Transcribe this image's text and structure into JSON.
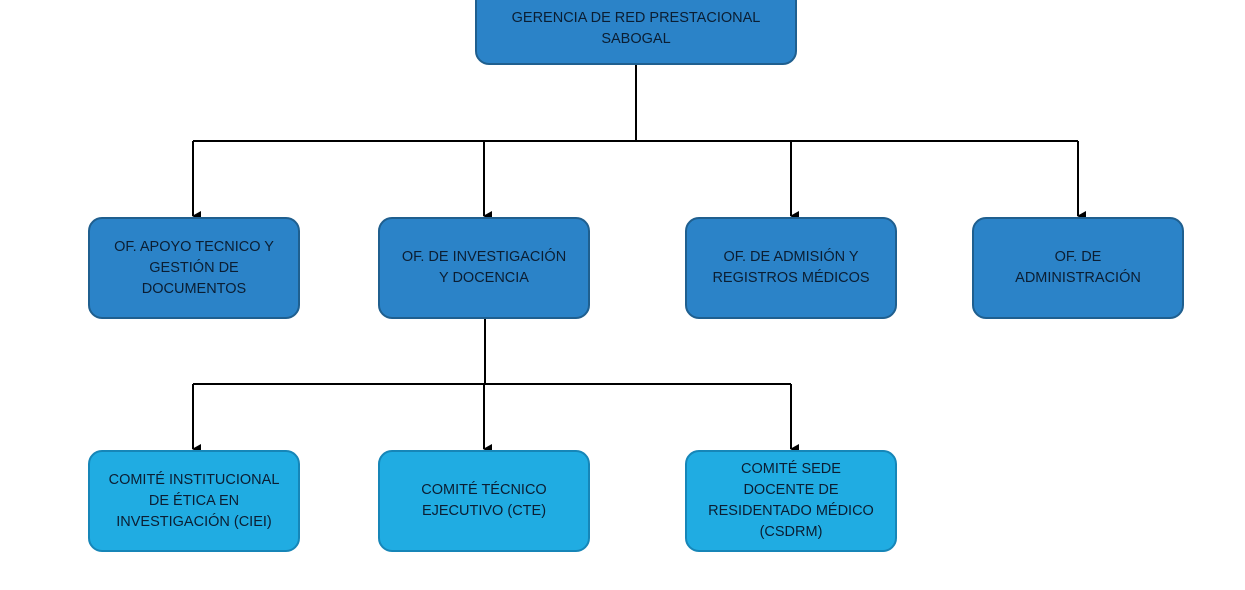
{
  "org_chart": {
    "root": {
      "label": "GERENCIA DE RED PRESTACIONAL SABOGAL"
    },
    "offices": [
      {
        "label": "OF. APOYO TECNICO Y GESTIÓN DE DOCUMENTOS"
      },
      {
        "label": "OF. DE INVESTIGACIÓN Y DOCENCIA"
      },
      {
        "label": "OF. DE ADMISIÓN Y REGISTROS MÉDICOS"
      },
      {
        "label": "OF. DE ADMINISTRACIÓN"
      }
    ],
    "committees": [
      {
        "label": "COMITÉ INSTITUCIONAL DE ÉTICA EN INVESTIGACIÓN (CIEI)"
      },
      {
        "label": "COMITÉ TÉCNICO EJECUTIVO (CTE)"
      },
      {
        "label": "COMITÉ SEDE DOCENTE DE RESIDENTADO MÉDICO (CSDRM)"
      }
    ],
    "colors": {
      "office_fill": "#2b83c8",
      "committee_fill": "#20ace2",
      "connector": "#000000"
    }
  }
}
